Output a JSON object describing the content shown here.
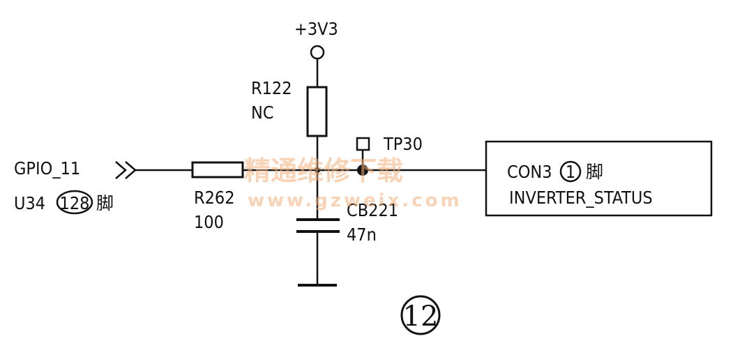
{
  "supply": {
    "label": "+3V3"
  },
  "gpio": {
    "signal": "GPIO_11",
    "ref_prefix": "U34",
    "pin": "128",
    "pin_suffix": "脚"
  },
  "r262": {
    "ref": "R262",
    "value": "100"
  },
  "r122": {
    "ref": "R122",
    "value": "NC"
  },
  "tp30": {
    "ref": "TP30"
  },
  "cb221": {
    "ref": "CB221",
    "value": "47n"
  },
  "connector": {
    "ref_prefix": "CON3",
    "pin": "1",
    "pin_suffix": "脚",
    "signal": "INVERTER_STATUS"
  },
  "figure": {
    "number": "12"
  },
  "watermark": {
    "title": "精通维修下载",
    "url": "www.gzweix.com"
  }
}
